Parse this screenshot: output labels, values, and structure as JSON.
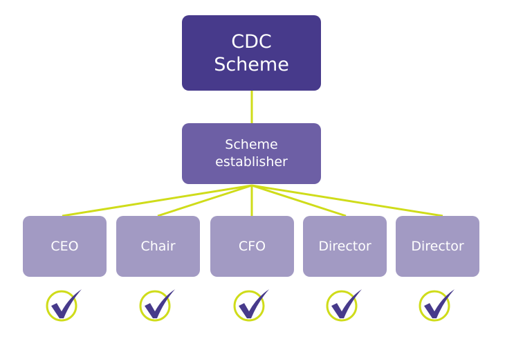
{
  "diagram": {
    "root": {
      "label_line1": "CDC",
      "label_line2": "Scheme"
    },
    "establisher": {
      "label_line1": "Scheme",
      "label_line2": "establisher"
    },
    "members": [
      {
        "label": "CEO",
        "status": "approved"
      },
      {
        "label": "Chair",
        "status": "approved"
      },
      {
        "label": "CFO",
        "status": "approved"
      },
      {
        "label": "Director",
        "status": "approved"
      },
      {
        "label": "Director",
        "status": "approved"
      }
    ],
    "colors": {
      "root_fill": "#473a8b",
      "establisher_fill": "#6d5fa5",
      "member_fill": "#a29ac3",
      "connector": "#cfdc1a",
      "check_mark": "#473a8b",
      "check_ring": "#cfdc1a"
    }
  }
}
